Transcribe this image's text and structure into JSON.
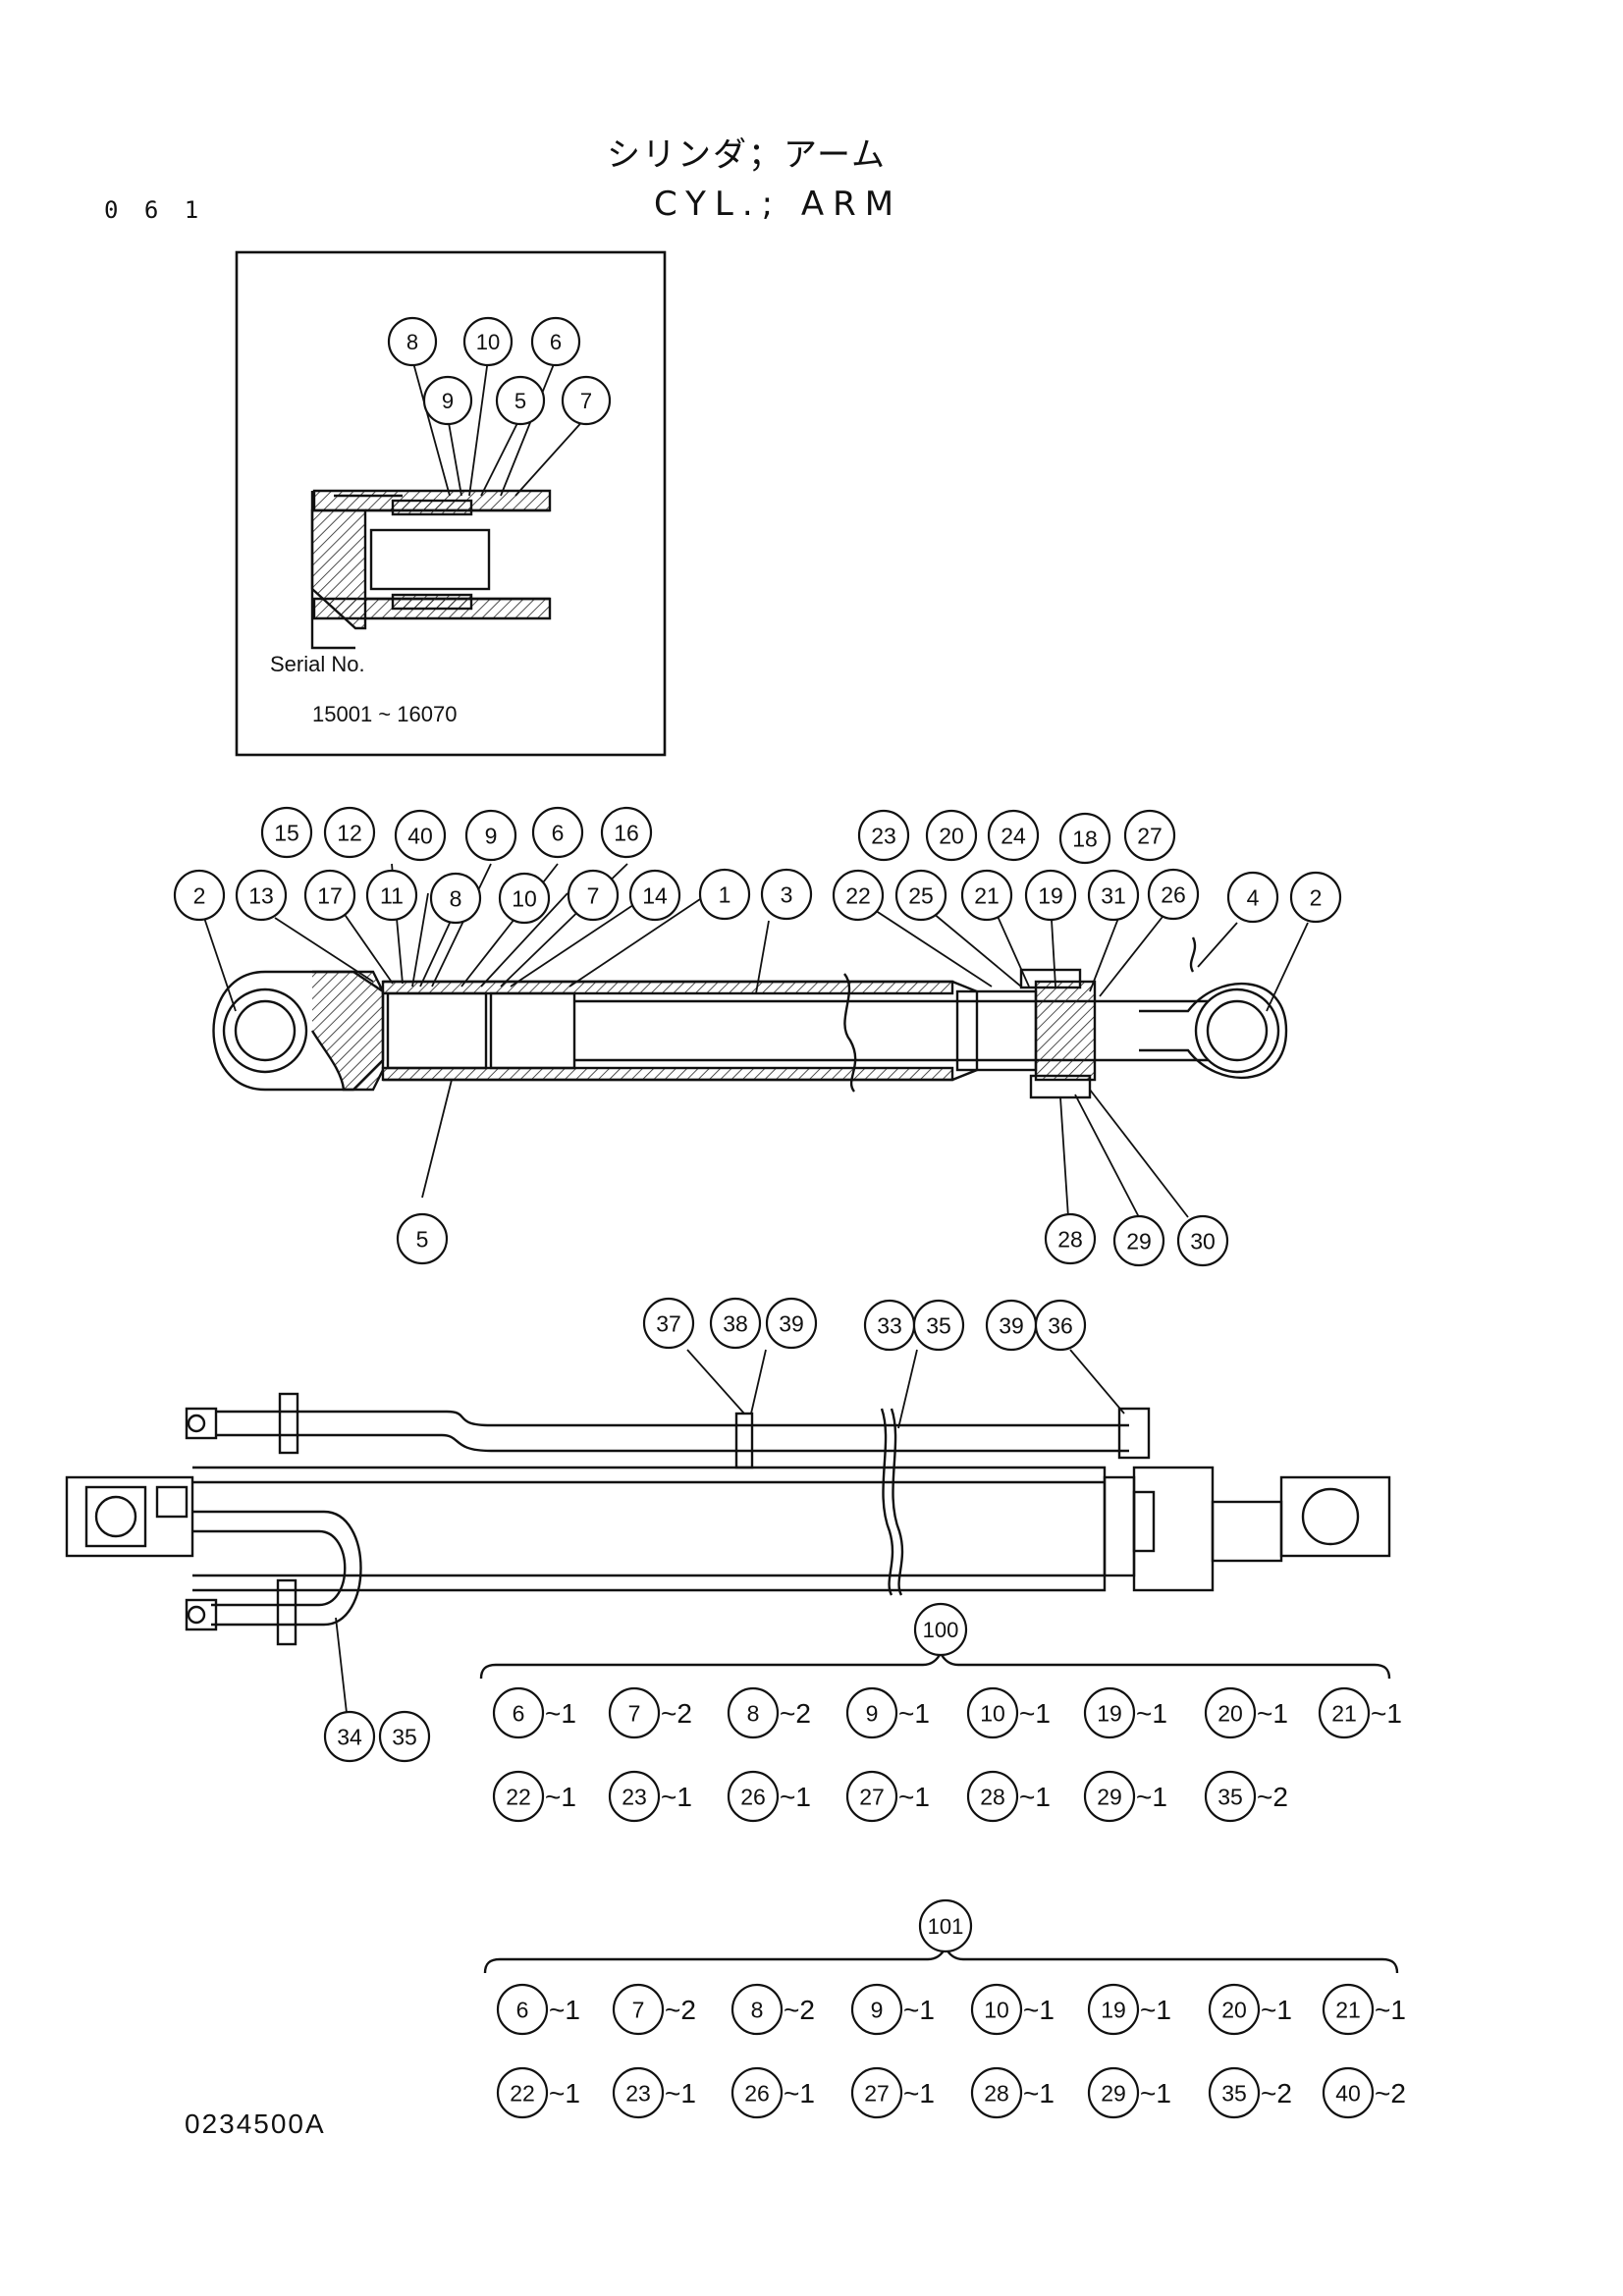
{
  "header": {
    "page_code": "0 6 1",
    "title_jp": "シリンダ；アーム",
    "title_en": "CYL.; ARM"
  },
  "inset": {
    "serial_label": "Serial No.",
    "serial_range": "15001 ~ 16070",
    "callouts": [
      "8",
      "10",
      "6",
      "9",
      "5",
      "7"
    ]
  },
  "section_view": {
    "callouts": [
      "15",
      "12",
      "40",
      "9",
      "6",
      "16",
      "2",
      "13",
      "17",
      "11",
      "8",
      "10",
      "7",
      "14",
      "1",
      "3",
      "23",
      "20",
      "24",
      "18",
      "27",
      "22",
      "25",
      "21",
      "19",
      "31",
      "26",
      "4",
      "2",
      "5",
      "28",
      "29",
      "30"
    ]
  },
  "external_view": {
    "callouts": [
      "37",
      "38",
      "39",
      "33",
      "35",
      "39",
      "36",
      "34",
      "35"
    ]
  },
  "kits": [
    {
      "label": "100",
      "rows": [
        [
          {
            "part": "6",
            "qty": "~1"
          },
          {
            "part": "7",
            "qty": "~2"
          },
          {
            "part": "8",
            "qty": "~2"
          },
          {
            "part": "9",
            "qty": "~1"
          },
          {
            "part": "10",
            "qty": "~1"
          },
          {
            "part": "19",
            "qty": "~1"
          },
          {
            "part": "20",
            "qty": "~1"
          },
          {
            "part": "21",
            "qty": "~1"
          }
        ],
        [
          {
            "part": "22",
            "qty": "~1"
          },
          {
            "part": "23",
            "qty": "~1"
          },
          {
            "part": "26",
            "qty": "~1"
          },
          {
            "part": "27",
            "qty": "~1"
          },
          {
            "part": "28",
            "qty": "~1"
          },
          {
            "part": "29",
            "qty": "~1"
          },
          {
            "part": "35",
            "qty": "~2"
          }
        ]
      ]
    },
    {
      "label": "101",
      "rows": [
        [
          {
            "part": "6",
            "qty": "~1"
          },
          {
            "part": "7",
            "qty": "~2"
          },
          {
            "part": "8",
            "qty": "~2"
          },
          {
            "part": "9",
            "qty": "~1"
          },
          {
            "part": "10",
            "qty": "~1"
          },
          {
            "part": "19",
            "qty": "~1"
          },
          {
            "part": "20",
            "qty": "~1"
          },
          {
            "part": "21",
            "qty": "~1"
          }
        ],
        [
          {
            "part": "22",
            "qty": "~1"
          },
          {
            "part": "23",
            "qty": "~1"
          },
          {
            "part": "26",
            "qty": "~1"
          },
          {
            "part": "27",
            "qty": "~1"
          },
          {
            "part": "28",
            "qty": "~1"
          },
          {
            "part": "29",
            "qty": "~1"
          },
          {
            "part": "35",
            "qty": "~2"
          },
          {
            "part": "40",
            "qty": "~2"
          }
        ]
      ]
    }
  ],
  "footer": {
    "drawing_number": "0234500A"
  }
}
